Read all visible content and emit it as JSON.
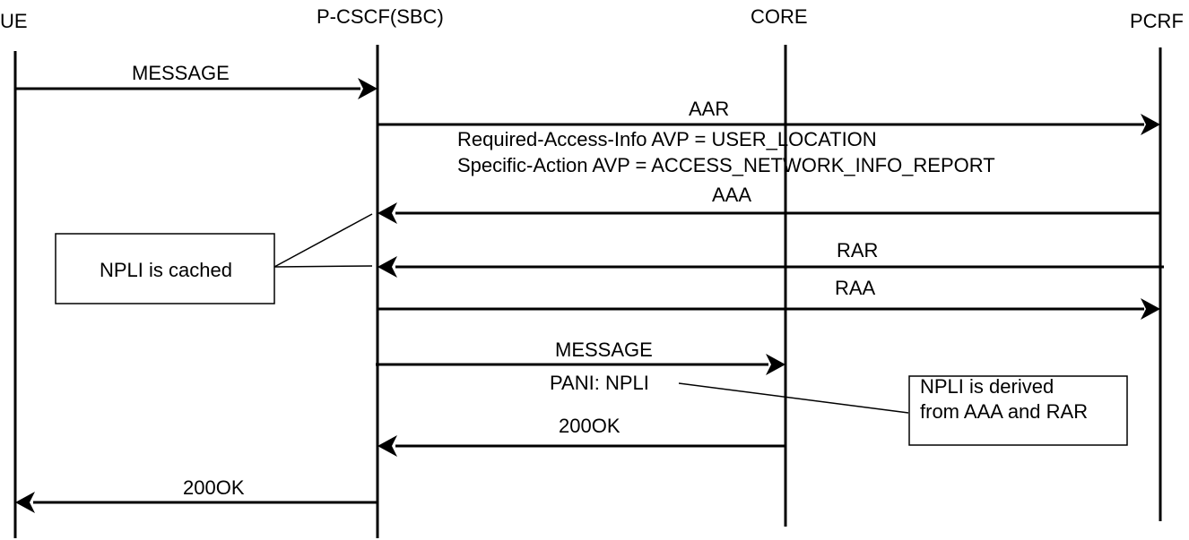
{
  "participants": {
    "ue": "UE",
    "pcscf": "P-CSCF(SBC)",
    "core": "CORE",
    "pcrf": "PCRF"
  },
  "messages": {
    "message_1": "MESSAGE",
    "aar": "AAR",
    "aar_avp_1": "Required-Access-Info AVP = USER_LOCATION",
    "aar_avp_2": "Specific-Action AVP = ACCESS_NETWORK_INFO_REPORT",
    "aaa": "AAA",
    "rar": "RAR",
    "raa": "RAA",
    "message_2": "MESSAGE",
    "pani": "PANI: NPLI",
    "ok_core": "200OK",
    "ok_ue": "200OK"
  },
  "notes": {
    "cached": "NPLI is cached",
    "derived_line_1": "NPLI is derived",
    "derived_line_2": "from AAA and RAR"
  },
  "colors": {
    "line": "#000000",
    "background": "#ffffff"
  }
}
